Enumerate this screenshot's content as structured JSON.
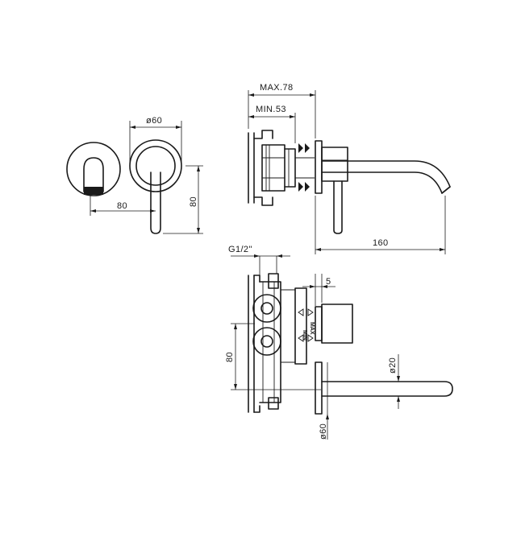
{
  "dimensions": {
    "max_depth": "MAX.78",
    "min_depth": "MIN.53",
    "plate_diameter_top": "ø60",
    "spout_length_small": "80",
    "lever_height": "80",
    "spout_projection": "160",
    "thread": "G1/2\"",
    "lever_offset": "5",
    "inlet_spacing": "80",
    "spout_diameter": "ø20",
    "plate_diameter_bottom": "ø60"
  },
  "body_labels": {
    "min_marker": "MIN",
    "max_marker": "MAX"
  }
}
